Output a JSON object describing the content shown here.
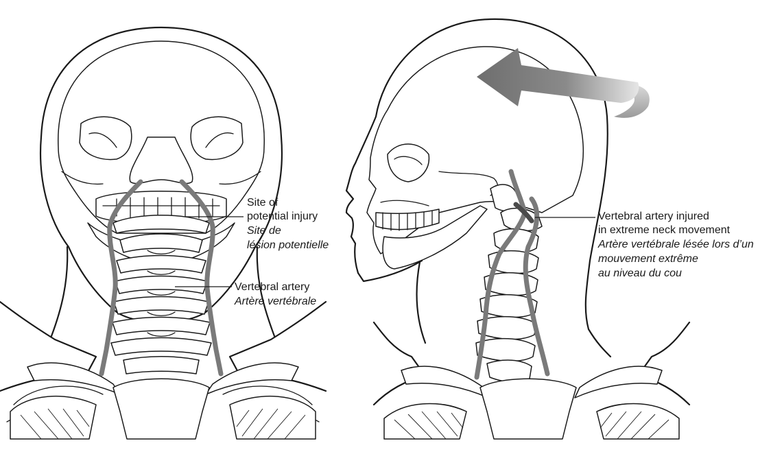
{
  "colors": {
    "artery": "#7a7a7a",
    "line": "#1a1a1a",
    "arrow_dark": "#6e6e6e",
    "arrow_light": "#e6e6e6",
    "background": "#ffffff"
  },
  "front_view": {
    "labels": {
      "site_injury": {
        "en_lines": [
          "Site of",
          "potential injury"
        ],
        "fr_lines": [
          "Site de",
          "lésion potentielle"
        ]
      },
      "vertebral_artery": {
        "en_lines": [
          "Vertebral artery"
        ],
        "fr_lines": [
          "Artère vertébrale"
        ]
      }
    }
  },
  "side_view": {
    "rotation_arrow_icon": "curved-rotation-arrow-icon",
    "labels": {
      "injured_artery": {
        "en_lines": [
          "Vertebral artery injured",
          "in extreme neck movement"
        ],
        "fr_lines": [
          "Artère vertébrale lésée lors d’un",
          "mouvement extrême",
          "au niveau du cou"
        ]
      }
    }
  }
}
